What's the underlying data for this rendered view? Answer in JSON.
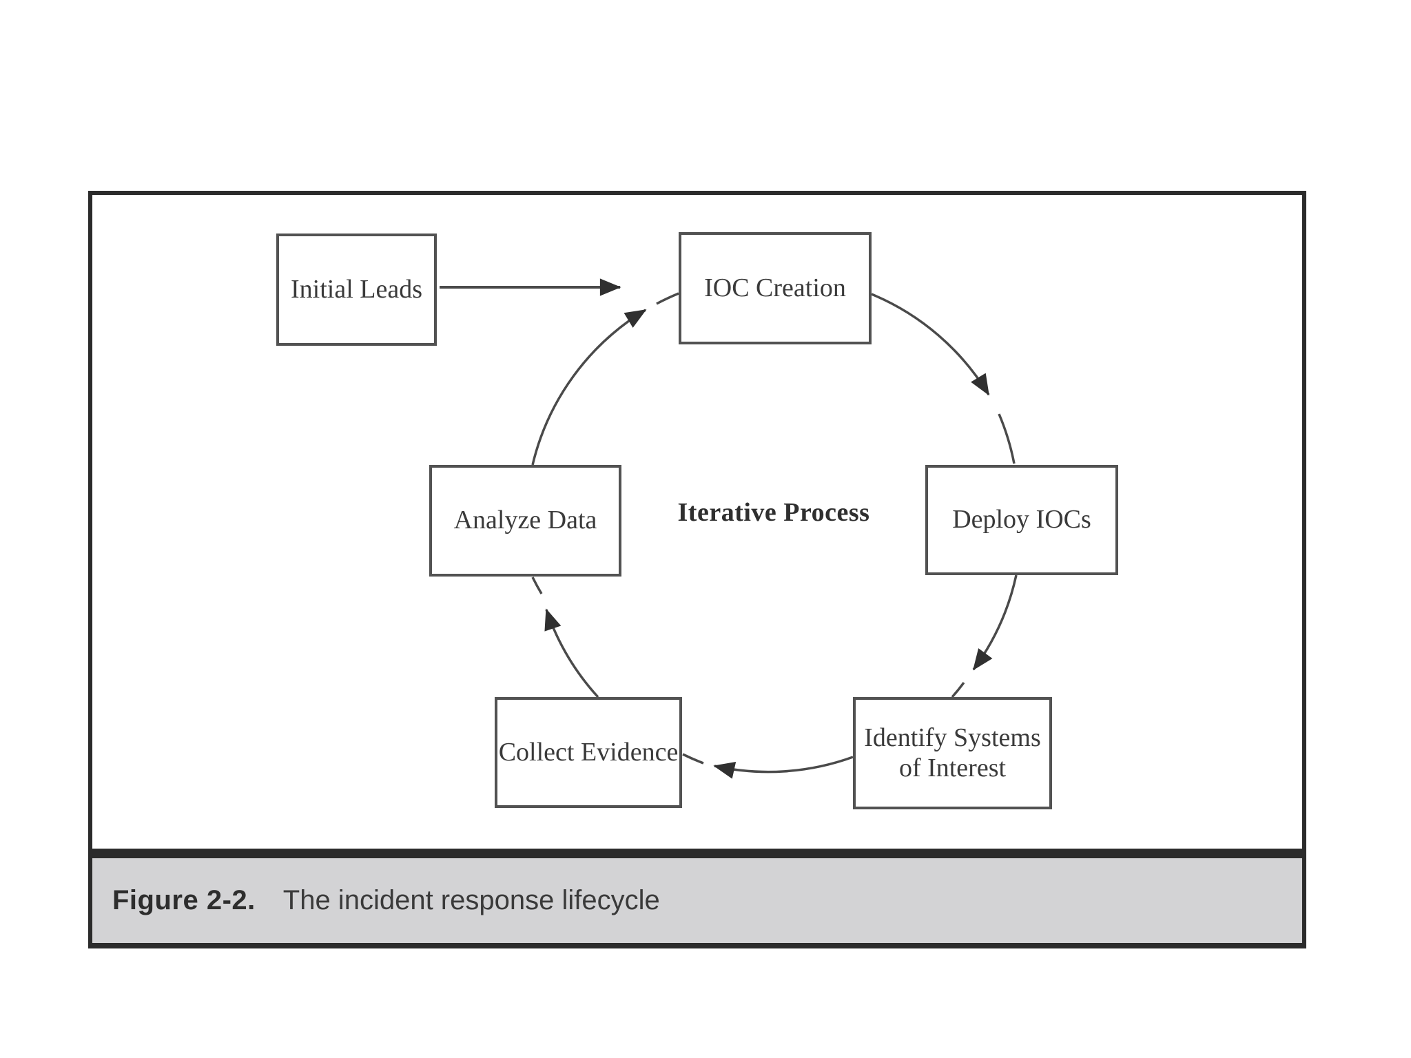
{
  "figure": {
    "nodes": [
      {
        "id": "initial-leads",
        "label": "Initial Leads"
      },
      {
        "id": "ioc-creation",
        "label": "IOC Creation"
      },
      {
        "id": "deploy-iocs",
        "label": "Deploy IOCs"
      },
      {
        "id": "identify-systems",
        "label": "Identify Systems of Interest",
        "lines": [
          "Identify Systems",
          "of Interest"
        ]
      },
      {
        "id": "collect-evidence",
        "label": "Collect Evidence"
      },
      {
        "id": "analyze-data",
        "label": "Analyze Data"
      }
    ],
    "center_label": "Iterative Process",
    "edges": [
      {
        "from": "Initial Leads",
        "to": "IOC Creation",
        "style": "straight-arrow"
      },
      {
        "from": "IOC Creation",
        "to": "Deploy IOCs",
        "style": "arc-arrow"
      },
      {
        "from": "Deploy IOCs",
        "to": "Identify Systems of Interest",
        "style": "arc-arrow"
      },
      {
        "from": "Identify Systems of Interest",
        "to": "Collect Evidence",
        "style": "arc-arrow"
      },
      {
        "from": "Collect Evidence",
        "to": "Analyze Data",
        "style": "arc-arrow"
      },
      {
        "from": "Analyze Data",
        "to": "IOC Creation",
        "style": "arc-arrow"
      }
    ]
  },
  "caption": {
    "figure_number": "Figure 2-2.",
    "title": "The incident response lifecycle"
  },
  "colors": {
    "page_background": "#ffffff",
    "frame_border": "#2b2b2b",
    "caption_background": "#d3d3d5",
    "box_border": "#525252",
    "line": "#4a4a4a",
    "arrowhead": "#303030",
    "text": "#3a3a3a"
  }
}
